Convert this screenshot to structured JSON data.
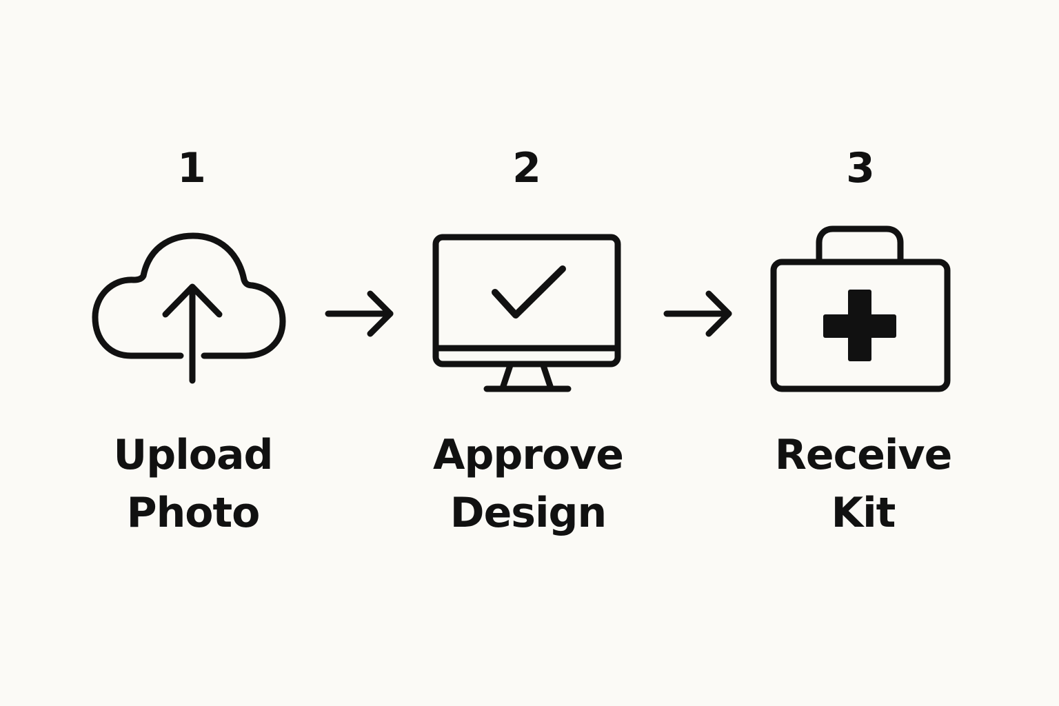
{
  "steps": [
    {
      "number": "1",
      "label_line1": "Upload",
      "label_line2": "Photo",
      "icon": "cloud-upload-icon"
    },
    {
      "number": "2",
      "label_line1": "Approve",
      "label_line2": "Design",
      "icon": "monitor-check-icon"
    },
    {
      "number": "3",
      "label_line1": "Receive",
      "label_line2": "Kit",
      "icon": "first-aid-kit-icon"
    }
  ],
  "connectors": [
    {
      "icon": "arrow-right-icon"
    },
    {
      "icon": "arrow-right-icon"
    }
  ],
  "colors": {
    "background": "#fbfaf6",
    "foreground": "#111111"
  }
}
